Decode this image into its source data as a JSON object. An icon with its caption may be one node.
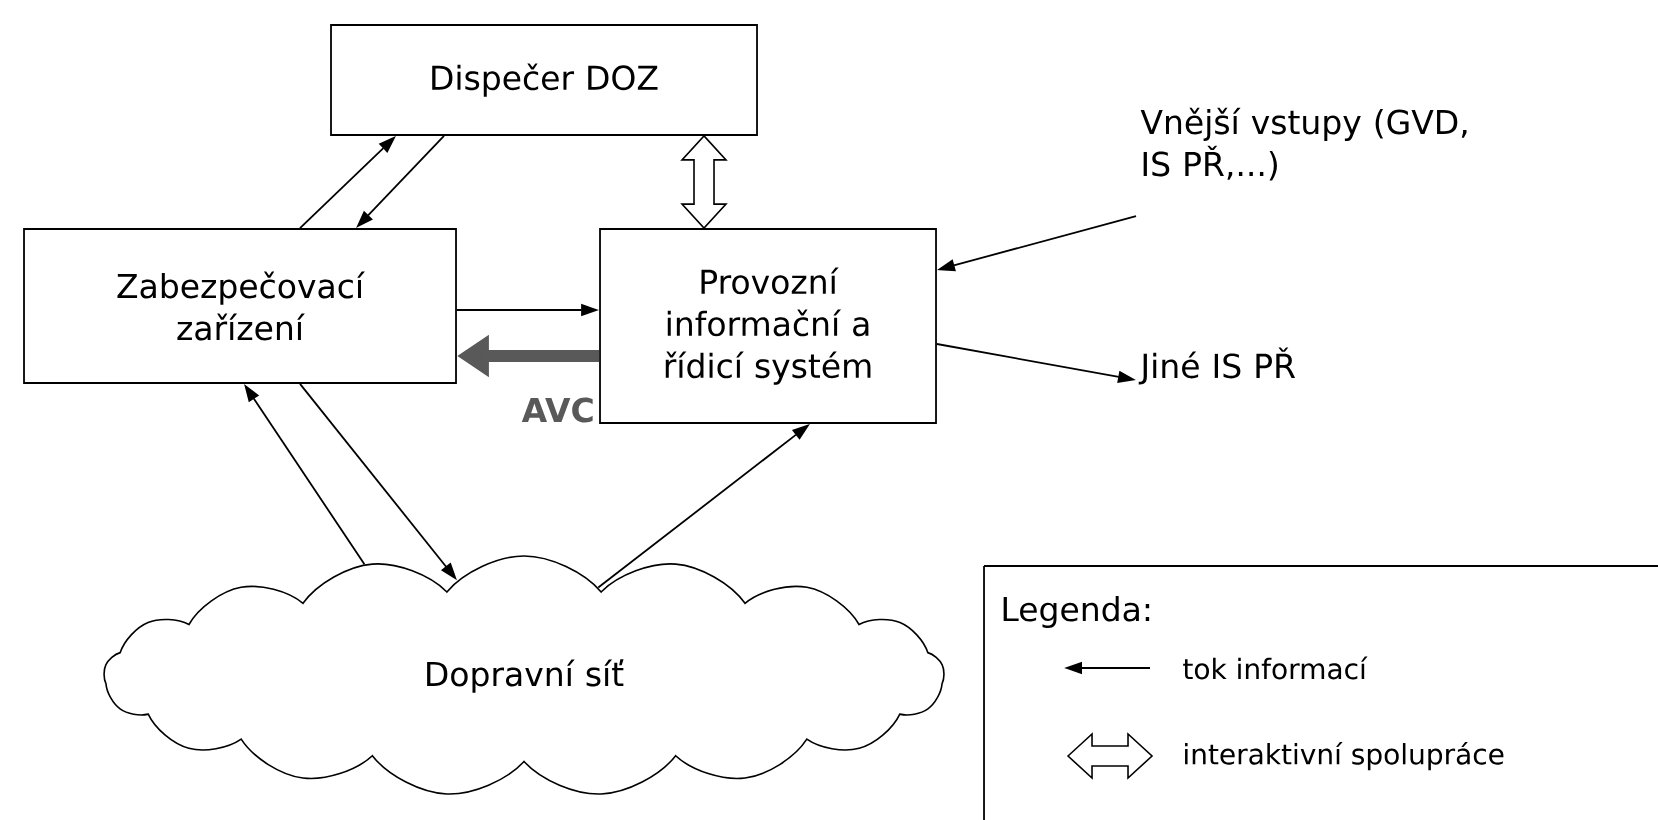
{
  "diagram": {
    "nodes": [
      {
        "text": [
          "Dispečer DOZ"
        ]
      },
      {
        "text": [
          "Zabezpečovací zařízení"
        ]
      },
      {
        "text": [
          "Provozní informační a řídicí systém"
        ]
      },
      {
        "text": [
          "Vnější vstupy (GVD, IS PŘ,...)"
        ]
      },
      {
        "text": [
          "Jiné IS PŘ"
        ]
      },
      {
        "text": [
          "Dopravní síť"
        ]
      }
    ],
    "edges": [
      {
        "from": 1,
        "to": 0,
        "arrow": "to"
      },
      {
        "from": 0,
        "to": 1,
        "arrow": "to"
      },
      {
        "from": 0,
        "to": 2,
        "arrow": "both"
      },
      {
        "from": 1,
        "to": 2,
        "arrow": "to"
      },
      {
        "from": 2,
        "to": 1,
        "arrow": "to",
        "label": "AVC",
        "style": "thick",
        "color": "#595959"
      },
      {
        "from": 5,
        "to": 1,
        "arrow": "to"
      },
      {
        "from": 1,
        "to": 5,
        "arrow": "to"
      },
      {
        "from": 5,
        "to": 2,
        "arrow": "to"
      },
      {
        "from": 3,
        "to": 2,
        "arrow": "to"
      },
      {
        "from": 2,
        "to": 4,
        "arrow": "to"
      }
    ],
    "labels": [
      "Legenda:"
    ],
    "legend": [
      {
        "text": "tok informací"
      },
      {
        "text": "interaktivní spolupráce"
      }
    ]
  }
}
